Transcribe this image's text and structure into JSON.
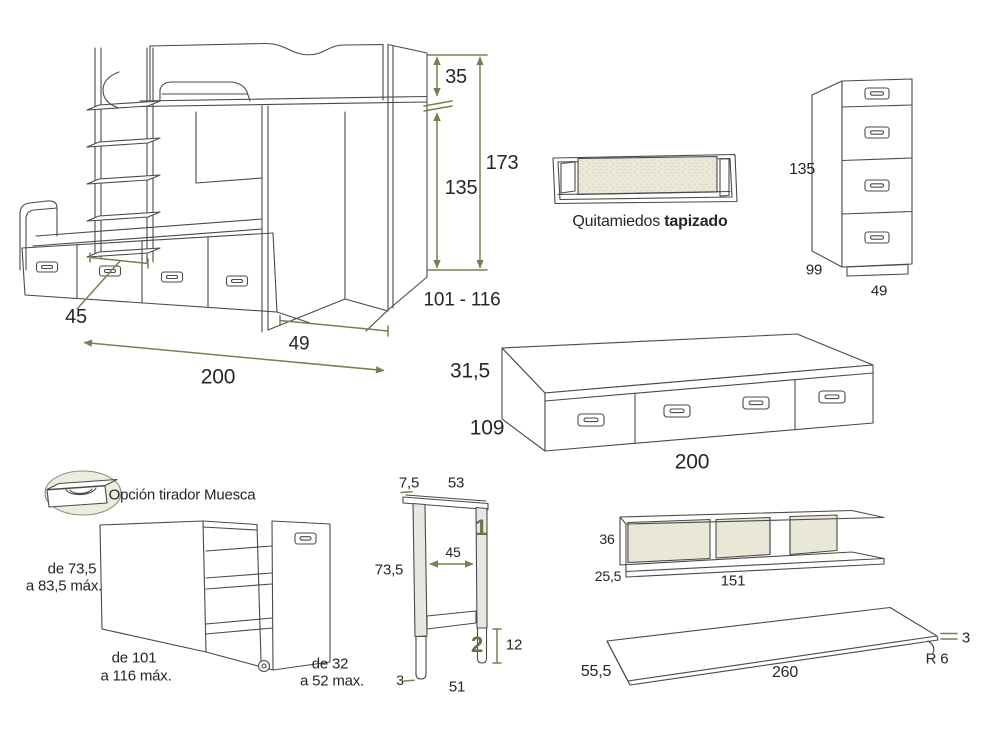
{
  "palette": {
    "dimension_color": "#7c7e52",
    "text_color": "#25252e",
    "line_color": "#4a4a48",
    "panel_fill": "#e9e7d6"
  },
  "bunk_bed": {
    "rail_height": "35",
    "total_height": "173",
    "clearance_height": "135",
    "depth_range": "101 - 116",
    "drawer_width": "45",
    "desk_width": "49",
    "length": "200"
  },
  "guard_rail": {
    "name": "Quitamiedos",
    "finish": "tapizado"
  },
  "chest": {
    "height": "135",
    "depth": "99",
    "width": "49"
  },
  "trundle": {
    "height": "31,5",
    "depth": "109",
    "length": "200"
  },
  "desk": {
    "option": "Opción tirador Muesca",
    "height_l1": "de 73,5",
    "height_l2": "a 83,5 máx.",
    "length_l1": "de 101",
    "length_l2": "a 116 máx.",
    "depth_l1": "de 32",
    "depth_l2": "a 52 max."
  },
  "leg_frame": {
    "top_thickness": "7,5",
    "top_width": "53",
    "inner_width": "45",
    "height": "73,5",
    "pos1": "1",
    "pos2": "2",
    "extension": "12",
    "foot": "3",
    "base_width": "51"
  },
  "wall_shelf": {
    "height": "36",
    "depth": "25,5",
    "width": "151"
  },
  "top_board": {
    "depth": "55,5",
    "length": "260",
    "thickness": "3",
    "corner_radius": "R 6"
  }
}
